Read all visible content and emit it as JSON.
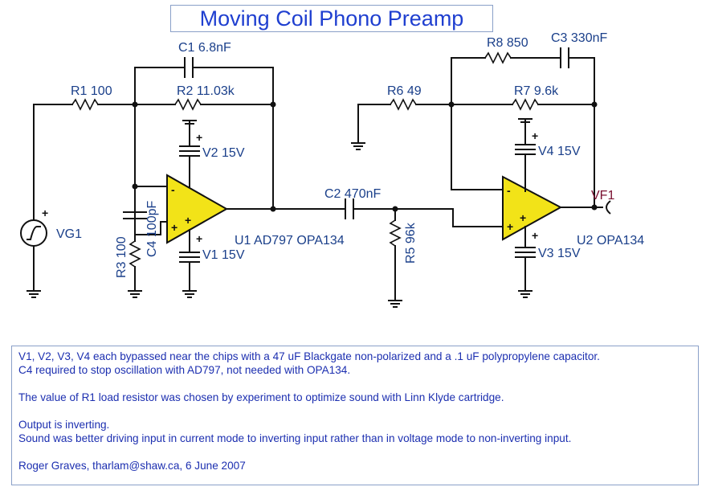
{
  "title": "Moving Coil Phono Preamp",
  "components": {
    "c1": "C1 6.8nF",
    "r1": "R1 100",
    "r2": "R2 11.03k",
    "v2": "V2 15V",
    "vg1": "VG1",
    "r3": "R3 100",
    "c4": "C4 100pF",
    "u1": "U1 AD797 OPA134",
    "v1": "V1 15V",
    "c2": "C2 470nF",
    "r5": "R5 96k",
    "r8": "R8 850",
    "c3": "C3 330nF",
    "r6": "R6 49",
    "r7": "R7 9.6k",
    "v4": "V4 15V",
    "vf1": "VF1",
    "u2": "U2 OPA134",
    "v3": "V3 15V"
  },
  "signs": {
    "plus": "+",
    "minus": "-"
  },
  "notes": {
    "line1": "V1, V2, V3, V4 each bypassed near the chips with a 47 uF Blackgate non-polarized and a .1 uF polypropylene capacitor.",
    "line2": "C4 required to stop oscillation with AD797, not needed with OPA134.",
    "line3": "The value of R1 load resistor was chosen by experiment to optimize sound with Linn Klyde cartridge.",
    "line4": "Output is inverting.",
    "line5": "Sound was better driving input in current mode to inverting input rather than in voltage mode to non-inverting input.",
    "line6": "Roger Graves, tharlam@shaw.ca, 6 June 2007"
  },
  "colors": {
    "title": "#1f3fd0",
    "labels": "#1a3f8a",
    "opamp_fill": "#f2e318",
    "notes_text": "#1c2fb0",
    "vf1_label": "#7a1030"
  }
}
